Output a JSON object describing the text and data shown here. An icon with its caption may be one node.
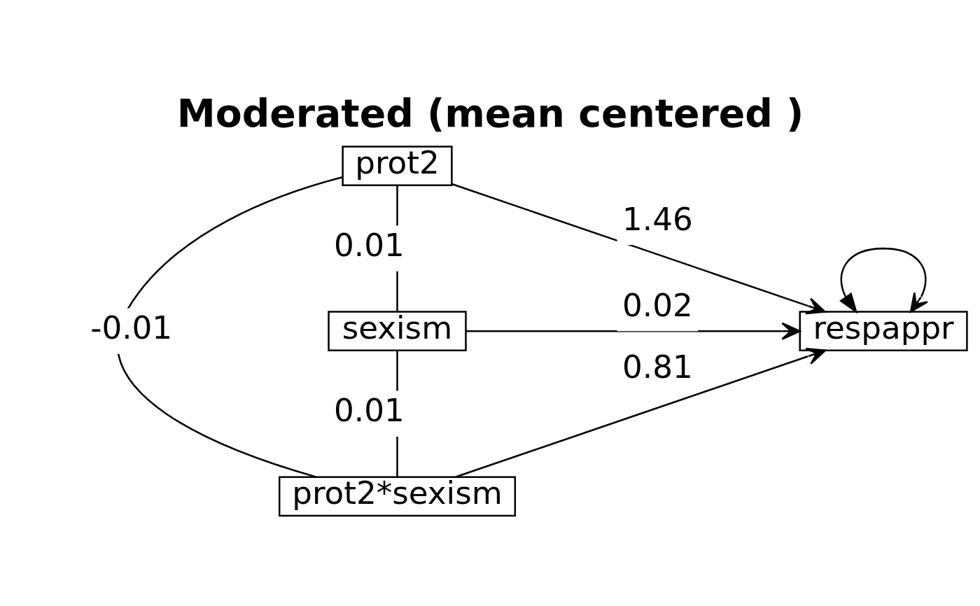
{
  "diagram": {
    "title": "Moderated (mean centered )",
    "nodes": [
      {
        "text": [
          "prot2"
        ]
      },
      {
        "text": [
          "sexism"
        ]
      },
      {
        "text": [
          "prot2*sexism"
        ]
      },
      {
        "text": [
          "respappr"
        ]
      }
    ],
    "edges": [
      {
        "from": 0,
        "to": 3,
        "arrow": "to",
        "label": "1.46"
      },
      {
        "from": 1,
        "to": 3,
        "arrow": "to",
        "label": "0.02"
      },
      {
        "from": 2,
        "to": 3,
        "arrow": "to",
        "label": "0.81"
      },
      {
        "from": 0,
        "to": 1,
        "arrow": "none",
        "label": "0.01"
      },
      {
        "from": 0,
        "to": 2,
        "arrow": "none",
        "label": "-0.01"
      },
      {
        "from": 1,
        "to": 2,
        "arrow": "none",
        "label": "0.01"
      },
      {
        "from": 3,
        "to": 3,
        "arrow": "both"
      }
    ]
  }
}
